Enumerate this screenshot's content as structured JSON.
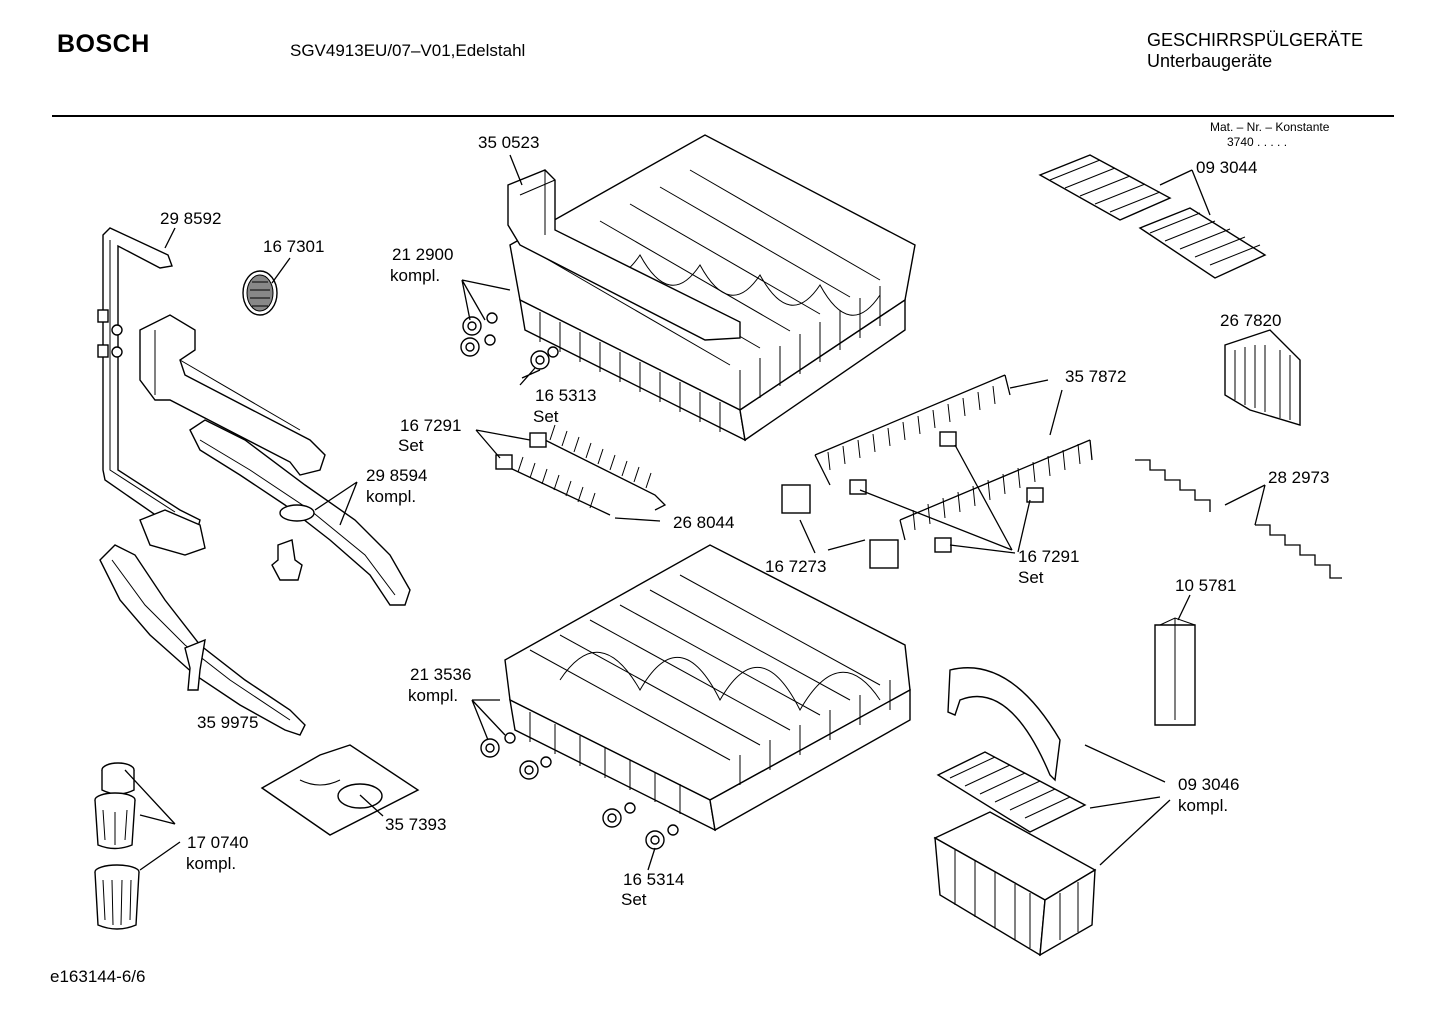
{
  "header": {
    "brand": "BOSCH",
    "model": "SGV4913EU/07–V01,Edelstahl",
    "category": "GESCHIRRSPÜLGERÄTE",
    "subcategory": "Unterbaugeräte"
  },
  "material_note": {
    "label": "Mat. – Nr. – Konstante",
    "value": "3740   .   .   .   .   ."
  },
  "footer": {
    "doc_id": "e163144-6/6"
  },
  "parts": [
    {
      "id": "p350523",
      "number": "35 0523",
      "suffix": ""
    },
    {
      "id": "p298592",
      "number": "29 8592",
      "suffix": ""
    },
    {
      "id": "p167301",
      "number": "16 7301",
      "suffix": ""
    },
    {
      "id": "p212900",
      "number": "21 2900",
      "suffix": "kompl."
    },
    {
      "id": "p165313",
      "number": "16 5313",
      "suffix": "Set"
    },
    {
      "id": "p167291a",
      "number": "16 7291",
      "suffix": "Set"
    },
    {
      "id": "p298594",
      "number": "29 8594",
      "suffix": "kompl."
    },
    {
      "id": "p268044",
      "number": "26 8044",
      "suffix": ""
    },
    {
      "id": "p093044",
      "number": "09 3044",
      "suffix": ""
    },
    {
      "id": "p267820",
      "number": "26 7820",
      "suffix": ""
    },
    {
      "id": "p357872",
      "number": "35 7872",
      "suffix": ""
    },
    {
      "id": "p282973",
      "number": "28 2973",
      "suffix": ""
    },
    {
      "id": "p167273",
      "number": "16 7273",
      "suffix": ""
    },
    {
      "id": "p167291b",
      "number": "16 7291",
      "suffix": "Set"
    },
    {
      "id": "p105781",
      "number": "10 5781",
      "suffix": ""
    },
    {
      "id": "p213536",
      "number": "21 3536",
      "suffix": "kompl."
    },
    {
      "id": "p359975",
      "number": "35 9975",
      "suffix": ""
    },
    {
      "id": "p357393",
      "number": "35 7393",
      "suffix": ""
    },
    {
      "id": "p093046",
      "number": "09 3046",
      "suffix": "kompl."
    },
    {
      "id": "p170740",
      "number": "17 0740",
      "suffix": "kompl."
    },
    {
      "id": "p165314",
      "number": "16 5314",
      "suffix": "Set"
    }
  ]
}
